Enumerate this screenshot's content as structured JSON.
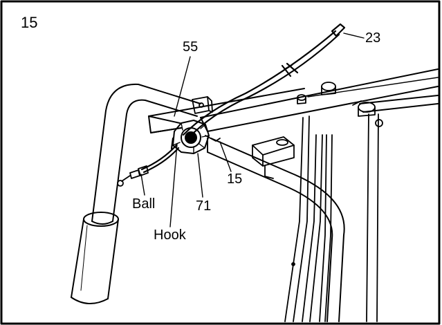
{
  "step_number": "15",
  "callouts": {
    "part_23": "23",
    "part_55": "55",
    "part_15": "15",
    "part_71": "71",
    "ball": "Ball",
    "hook": "Hook"
  }
}
